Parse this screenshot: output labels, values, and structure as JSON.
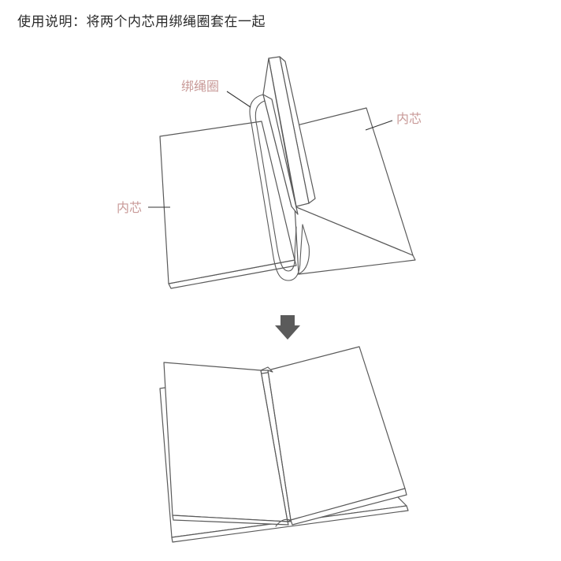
{
  "title": "使用说明：将两个内芯用绑绳圈套在一起",
  "labels": {
    "band": "绑绳圈",
    "core_right": "内芯",
    "core_left": "内芯"
  },
  "colors": {
    "label": "#c89a98",
    "arrow": "#5b5b5b",
    "line": "#5a5a5a"
  },
  "icons": {
    "step_arrow": "down-arrow-icon"
  }
}
